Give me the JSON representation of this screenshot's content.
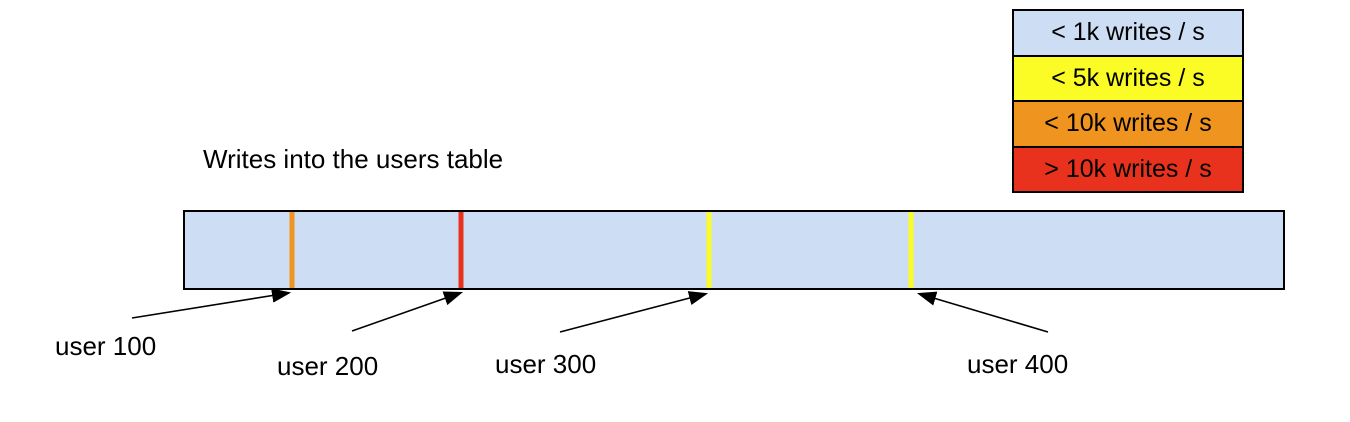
{
  "title": "Writes into the users table",
  "legend": {
    "items": [
      {
        "label": "< 1k writes / s",
        "color": "#cdddf3"
      },
      {
        "label": "< 5k writes / s",
        "color": "#fbfb25"
      },
      {
        "label": "< 10k writes / s",
        "color": "#ef941f"
      },
      {
        "label": "> 10k writes / s",
        "color": "#e8321d"
      }
    ]
  },
  "bar": {
    "fill": "#cdddf3",
    "border_color": "#000000",
    "markers": [
      {
        "label": "user 100",
        "color": "#ef941f",
        "x_pct": 9.7
      },
      {
        "label": "user 200",
        "color": "#e8321d",
        "x_pct": 25.1
      },
      {
        "label": "user 300",
        "color": "#fbfb25",
        "x_pct": 47.7
      },
      {
        "label": "user 400",
        "color": "#fbfb25",
        "x_pct": 66.1
      }
    ]
  }
}
